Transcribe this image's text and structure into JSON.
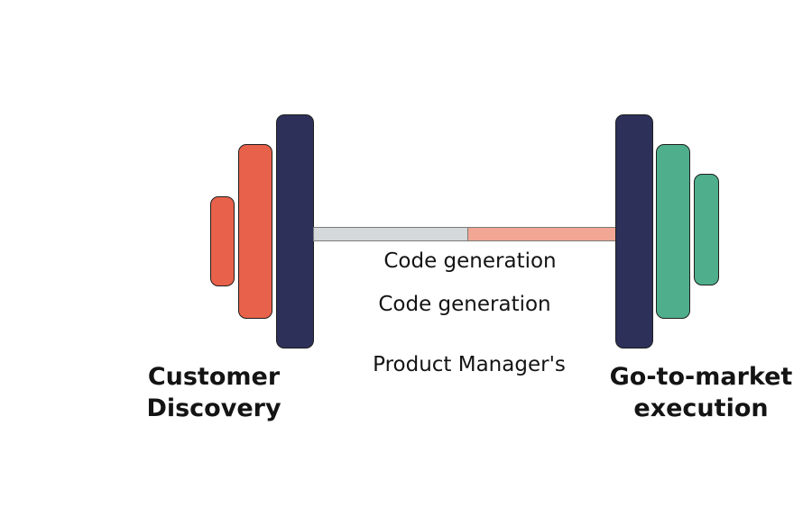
{
  "diagram": {
    "colors": {
      "left_plates": "#e8614a",
      "right_plates": "#4faf8c",
      "inner_plates": "#2d3059",
      "bar_left": "#d6d9dc",
      "bar_right": "#f2a694"
    },
    "left_label_line1": "Customer",
    "left_label_line2": "Discovery",
    "right_label_line1": "Go-to-market",
    "right_label_line2": "execution",
    "center_label_1": "Code generation",
    "center_label_2": "Code generation",
    "center_label_3": "Product Manager's"
  }
}
